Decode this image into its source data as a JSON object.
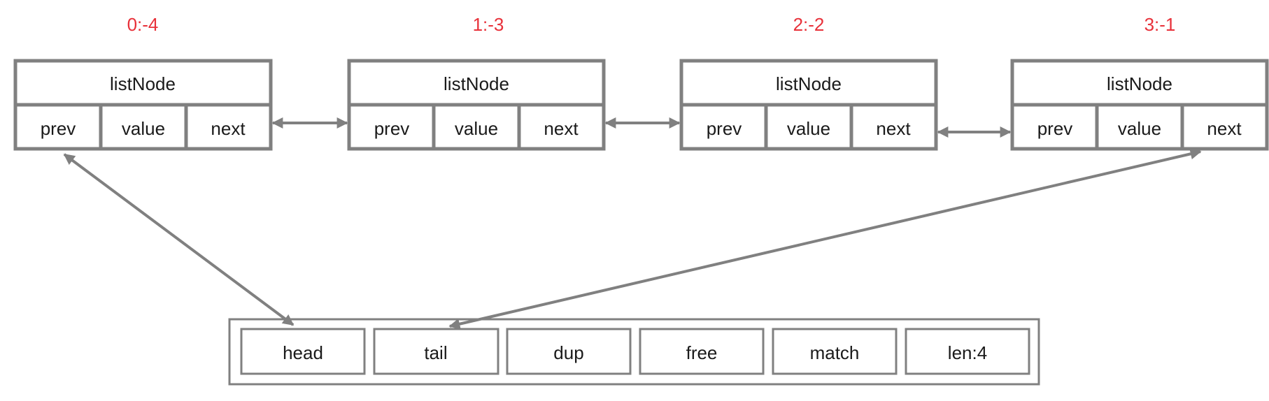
{
  "colors": {
    "index_label": "#e8313a",
    "stroke": "#808080",
    "text": "#1a1a1a"
  },
  "nodes": [
    {
      "index_label": "0:-4",
      "title": "listNode",
      "fields": [
        "prev",
        "value",
        "next"
      ]
    },
    {
      "index_label": "1:-3",
      "title": "listNode",
      "fields": [
        "prev",
        "value",
        "next"
      ]
    },
    {
      "index_label": "2:-2",
      "title": "listNode",
      "fields": [
        "prev",
        "value",
        "next"
      ]
    },
    {
      "index_label": "3:-1",
      "title": "listNode",
      "fields": [
        "prev",
        "value",
        "next"
      ]
    }
  ],
  "list": {
    "fields": [
      "head",
      "tail",
      "dup",
      "free",
      "match",
      "len:4"
    ]
  }
}
